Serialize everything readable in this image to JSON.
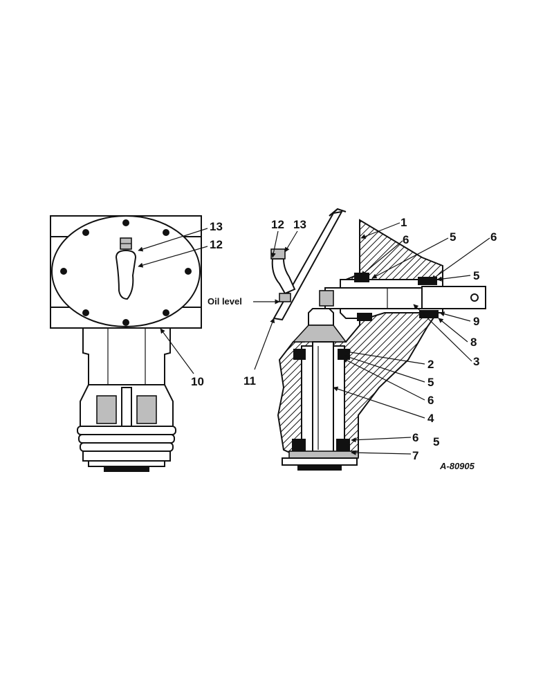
{
  "figure_code": "A-80905",
  "oil_level_label": "Oil level",
  "callouts": {
    "c1": "1",
    "c2": "2",
    "c3": "3",
    "c4": "4",
    "c5a": "5",
    "c5b": "5",
    "c5c": "5",
    "c5d": "5",
    "c6a": "6",
    "c6b": "6",
    "c6c": "6",
    "c6d": "6",
    "c7": "7",
    "c8": "8",
    "c9": "9",
    "c10": "10",
    "c11": "11",
    "c12a": "12",
    "c12b": "12",
    "c13a": "13",
    "c13b": "13"
  }
}
